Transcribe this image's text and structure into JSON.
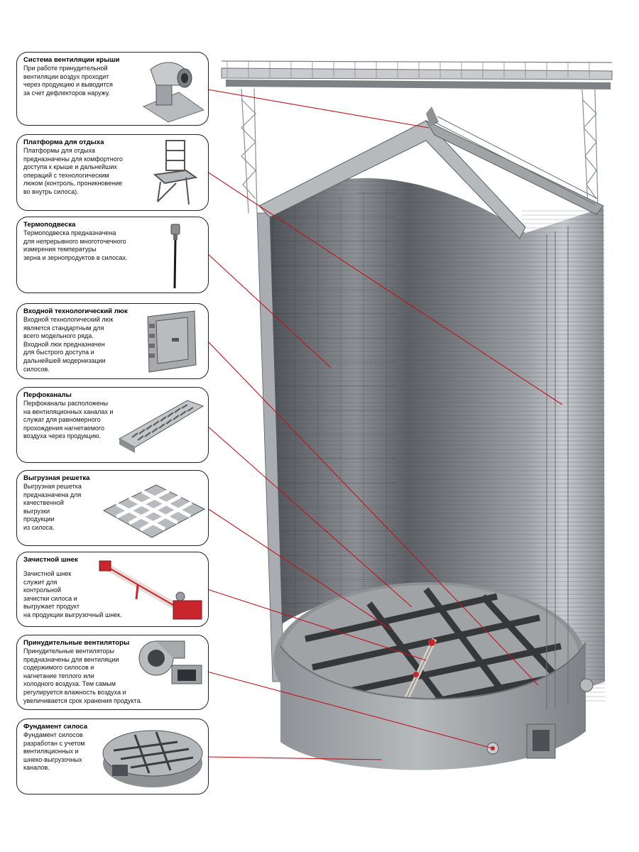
{
  "colors": {
    "leader_line": "#c0141c",
    "silo_metal": "#b9bcbf",
    "silo_dark": "#55595d",
    "floor_grate": "#2a2c2e",
    "auger_red": "#c8262c"
  },
  "cards": [
    {
      "title": "Система вентиляции крыши",
      "text": "При работе принудительной\nвентиляции воздух проходит\nчерез продукцию и выводится\nза счет дефлекторов наружу.",
      "icon": "roof-deflector-icon"
    },
    {
      "title": "Платформа для отдыха",
      "text": "Платформы для отдыха\nпредназначены для комфортного\nдоступа к крыше и дальнейших\nопераций с технологическим\nлюком (контроль, проникновение\nво внутрь силоса).",
      "icon": "rest-platform-icon"
    },
    {
      "title": "Термоподвеска",
      "text": "Термоподвеска предназначена\nдля непрерывного многоточечного\nизмерения температуры\nзерна и зернопродуктов в силосах.",
      "icon": "thermo-cable-icon"
    },
    {
      "title": "Входной технологический люк",
      "text": "Входной технологический люк\nявляется стандартным для\nвсего модельного ряда.\nВходной люк предназначен\nдля быстрого доступа и\nдальнейшей модернизации\nсилосов.",
      "icon": "access-hatch-icon"
    },
    {
      "title": "Перфоканалы",
      "text": "Перфоканалы расположены\nна вентиляционных каналах и\nслужат для равномерного\nпрохождения нагнетаемого\nвоздуха через продукцию.",
      "icon": "perforated-channel-icon"
    },
    {
      "title": "Выгрузная решетка",
      "text": "Выгрузная решетка\nпредназначена для\nкачественной\nвыгрузки\nпродукции\nиз силоса.",
      "icon": "unloading-grate-icon"
    },
    {
      "title": "Зачистной шнек",
      "text": "Зачистной шнек\nслужит для\nконтрольной\nзачистки силоса и\nвыгружает продукт\nна продукции выгрузочный шнек.",
      "icon": "sweep-auger-icon"
    },
    {
      "title": "Принудительные вентиляторы",
      "text": "Принудительные вентиляторы\nпредназначены для вентиляции\nсодержимого силосов и\nнагнетание теплого или\nхолодного воздуха. Тем самым\nрегулируется влажность воздуха и\nувеличивается срок хранения продукта.",
      "icon": "centrifugal-fan-icon"
    },
    {
      "title": "Фундамент силоса",
      "text": "Фундамент силосов\nразработан с учетом\nвентиляционных и\nшнеко-выгрузочных\nканалов.",
      "icon": "silo-foundation-icon"
    }
  ]
}
